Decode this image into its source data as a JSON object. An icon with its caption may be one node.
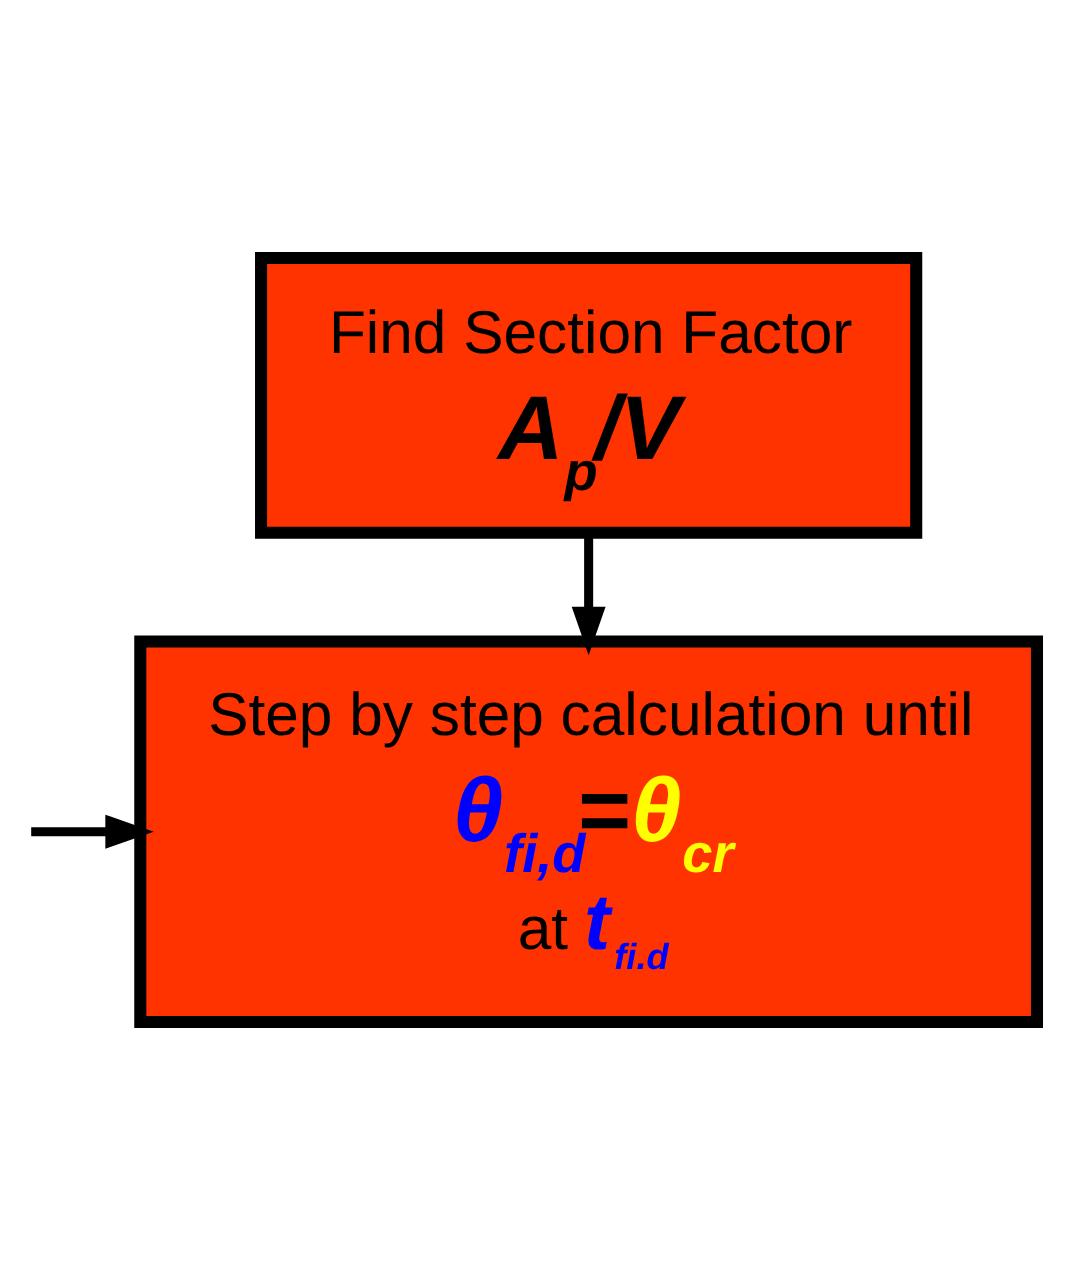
{
  "diagram": {
    "nodes": [
      {
        "text": [
          "Find Section Factor",
          "A$_{p}$/V"
        ]
      },
      {
        "text": [
          "Step by step calculation until",
          "θ$_{fi,d}$=θ$_{cr}$",
          "at t$_{fi.d}$"
        ]
      }
    ],
    "edges": [
      {
        "from": 0,
        "to": 1,
        "arrow": "to"
      },
      {
        "from": null,
        "to": 1,
        "arrow": "to"
      }
    ]
  }
}
